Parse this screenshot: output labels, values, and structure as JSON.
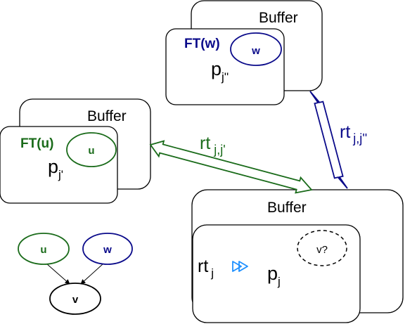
{
  "colors": {
    "green": "#1a6b1a",
    "blue": "#0a0a8a",
    "black": "#000000",
    "cyan": "#1e90ff"
  },
  "top_node": {
    "buffer_label": "Buffer",
    "ft_label": "FT(w)",
    "circle_label": "w",
    "p_main": "p",
    "p_sub": "j''"
  },
  "left_node": {
    "buffer_label": "Buffer",
    "ft_label": "FT(u)",
    "circle_label": "u",
    "p_main": "p",
    "p_sub": "j'"
  },
  "bottom_node": {
    "buffer_label": "Buffer",
    "rt_main": "rt",
    "rt_sub": "j",
    "p_main": "p",
    "p_sub": "j",
    "dashed_label": "v?"
  },
  "edges": {
    "green_main": "rt",
    "green_sub": "j,j'",
    "blue_main": "rt",
    "blue_sub": "j,j''"
  },
  "dag": {
    "u": "u",
    "w": "w",
    "v": "v"
  }
}
